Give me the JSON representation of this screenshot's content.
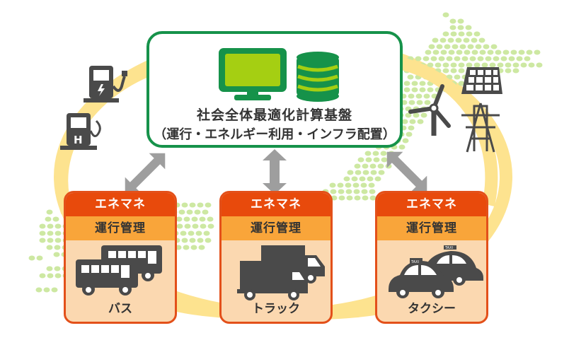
{
  "center": {
    "title": "社会全体最適化計算基盤",
    "subtitle": "（運行・エネルギー利用・インフラ配置）",
    "icons": [
      "monitor-icon",
      "database-icon"
    ]
  },
  "cards": [
    {
      "header": "エネマネ",
      "sub": "運行管理",
      "label": "バス",
      "icon": "bus-icon"
    },
    {
      "header": "エネマネ",
      "sub": "運行管理",
      "label": "トラック",
      "icon": "truck-icon"
    },
    {
      "header": "エネマネ",
      "sub": "運行管理",
      "label": "タクシー",
      "icon": "taxi-icon",
      "sign": "TAXI"
    }
  ],
  "left_icons": [
    "ev-charger-icon",
    "hydrogen-station-icon"
  ],
  "hydrogen_letter": "H",
  "right_icons": [
    "solar-panel-icon",
    "wind-turbine-icon",
    "power-tower-icon"
  ],
  "colors": {
    "green_border": "#16924a",
    "monitor": "#8cc63f",
    "card_header": "#e84a0c",
    "card_sub": "#f9a53a",
    "card_body": "#fbd8b0",
    "ring": "#fde38f",
    "map_dots": "#cde8a2",
    "arrow": "#9e9e9e",
    "icon": "#4a4a4a"
  }
}
